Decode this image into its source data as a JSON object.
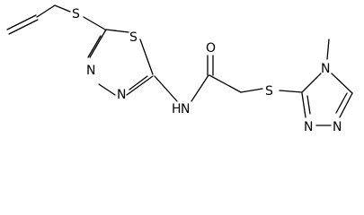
{
  "molecule": {
    "atoms": {
      "s_allyl": "S",
      "s_thiadiazole": "S",
      "n_thiadiazole_1": "N",
      "n_thiadiazole_2": "N",
      "n_amide": "N",
      "h_amide": "H",
      "o_carbonyl": "O",
      "s_linker": "S",
      "n_triazole_methyl": "N",
      "n_triazole_1": "N",
      "n_triazole_2": "N"
    }
  }
}
